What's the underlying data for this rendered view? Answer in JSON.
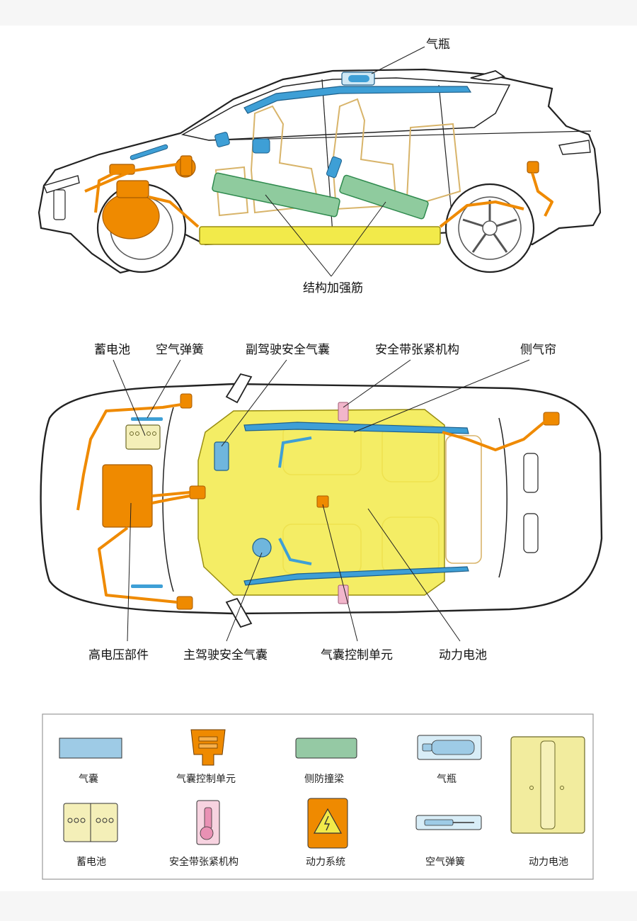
{
  "side_view": {
    "labels": {
      "gas_cylinder": "气瓶",
      "structural_beam": "结构加强筋"
    }
  },
  "top_view": {
    "labels": {
      "battery_12v": "蓄电池",
      "air_spring": "空气弹簧",
      "passenger_airbag": "副驾驶安全气囊",
      "seatbelt_tensioner": "安全带张紧机构",
      "side_curtain": "侧气帘",
      "high_voltage_parts": "高电压部件",
      "driver_airbag": "主驾驶安全气囊",
      "airbag_control_unit": "气囊控制单元",
      "power_battery": "动力电池"
    }
  },
  "legend": {
    "items": [
      {
        "label": "气囊",
        "icon": "airbag-icon"
      },
      {
        "label": "气囊控制单元",
        "icon": "airbag-control-unit-icon"
      },
      {
        "label": "侧防撞梁",
        "icon": "side-impact-beam-icon"
      },
      {
        "label": "气瓶",
        "icon": "gas-cylinder-icon"
      },
      {
        "label": "动力电池",
        "icon": "power-battery-icon"
      },
      {
        "label": "蓄电池",
        "icon": "battery-icon"
      },
      {
        "label": "安全带张紧机构",
        "icon": "seatbelt-tensioner-icon"
      },
      {
        "label": "动力系统",
        "icon": "high-voltage-warning-icon"
      },
      {
        "label": "空气弹簧",
        "icon": "air-spring-icon"
      }
    ]
  },
  "colors": {
    "airbag_blue": "#3e9fd6",
    "orange_hv": "#ef8a00",
    "battery_yellow": "#f2ea4a",
    "beam_green": "#6bbd8a",
    "seatbelt_pink": "#f2b6cb",
    "tan_outline": "#d8b46a"
  }
}
